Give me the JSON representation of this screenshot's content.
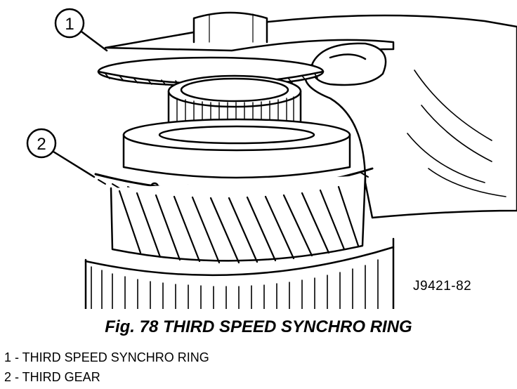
{
  "figure": {
    "callouts": [
      {
        "number": "1"
      },
      {
        "number": "2"
      }
    ],
    "figure_id": "J9421-82"
  },
  "caption": "Fig. 78 THIRD SPEED SYNCHRO RING",
  "legend": [
    "1 - THIRD SPEED SYNCHRO RING",
    "2 - THIRD GEAR"
  ]
}
